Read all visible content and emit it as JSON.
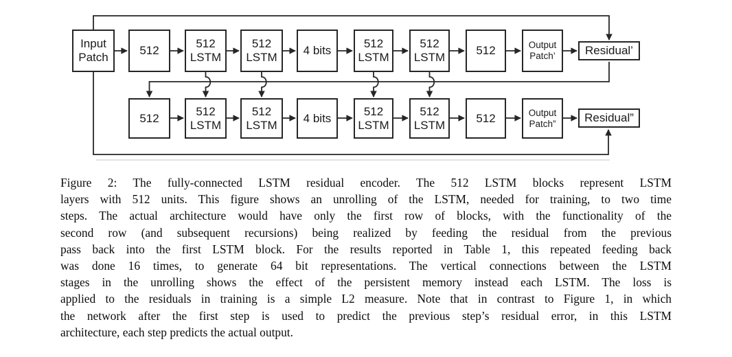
{
  "diagram": {
    "row1": {
      "input_patch": "Input\nPatch",
      "dense_in": "512",
      "lstm1": "512\nLSTM",
      "lstm2": "512\nLSTM",
      "bits": "4 bits",
      "lstm3": "512\nLSTM",
      "lstm4": "512\nLSTM",
      "dense_out": "512",
      "output_patch": "Output\nPatch’",
      "residual": "Residual’"
    },
    "row2": {
      "dense_in": "512",
      "lstm1": "512\nLSTM",
      "lstm2": "512\nLSTM",
      "bits": "4 bits",
      "lstm3": "512\nLSTM",
      "lstm4": "512\nLSTM",
      "dense_out": "512",
      "output_patch": "Output\nPatch”",
      "residual": "Residual”"
    }
  },
  "caption": {
    "lines": [
      "Figure 2: The fully-connected LSTM residual encoder. The 512 LSTM blocks represent LSTM",
      "layers with 512 units. This figure shows an unrolling of the LSTM, needed for training, to two time",
      "steps. The actual architecture would have only the first row of blocks, with the functionality of the",
      "second row (and subsequent recursions) being realized by feeding the residual from the previous",
      "pass back into the first LSTM block. For the results reported in Table 1, this repeated feeding back",
      "was done 16 times, to generate 64 bit representations. The vertical connections between the LSTM",
      "stages in the unrolling shows the effect of the persistent memory instead each LSTM. The loss is",
      "applied to the residuals in training is a simple L2 measure. Note that in contrast to Figure 1, in which",
      "the network after the first step is used to predict the previous step’s residual error, in this LSTM",
      "architecture, each step predicts the actual output."
    ]
  },
  "colors": {
    "line": "#262626",
    "shadow": "#d9d9d9",
    "text": "#0c0c0c"
  }
}
